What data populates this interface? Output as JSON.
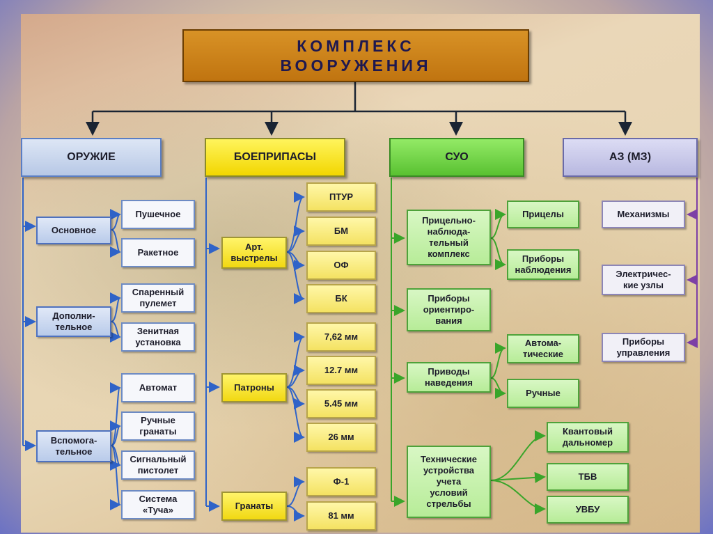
{
  "title": {
    "line1": "КОМПЛЕКС",
    "line2": "ВООРУЖЕНИЯ"
  },
  "categories": {
    "weapons": "ОРУЖИЕ",
    "ammo": "БОЕПРИПАСЫ",
    "fcs": "СУО",
    "az": "АЗ (МЗ)"
  },
  "weapons": {
    "main": "Основное",
    "main_items": [
      "Пушечное",
      "Ракетное"
    ],
    "additional": "Дополни-\nтельное",
    "additional_items": [
      "Спаренный\nпулемет",
      "Зенитная\nустановка"
    ],
    "auxiliary": "Вспомога-\nтельное",
    "auxiliary_items": [
      "Автомат",
      "Ручные\nгранаты",
      "Сигнальный\nпистолет",
      "Система\n«Туча»"
    ]
  },
  "ammo": {
    "art": "Арт.\nвыстрелы",
    "art_items": [
      "ПТУР",
      "БМ",
      "ОФ",
      "БК"
    ],
    "cartridges": "Патроны",
    "cartridge_items": [
      "7,62 мм",
      "12.7 мм",
      "5.45 мм",
      "26 мм"
    ],
    "grenades": "Гранаты",
    "grenade_items": [
      "Ф-1",
      "81 мм"
    ]
  },
  "fcs": {
    "sighting": "Прицельно-\nнаблюда-\nтельный\nкомплекс",
    "sighting_items": [
      "Прицелы",
      "Приборы\nнаблюдения"
    ],
    "orientation": "Приборы\nориентиро-\nвания",
    "drives": "Приводы\nнаведения",
    "drive_items": [
      "Автома-\nтические",
      "Ручные"
    ],
    "technical": "Технические\nустройства\nучета\nусловий\nстрельбы",
    "technical_items": [
      "Квантовый\nдальномер",
      "ТБВ",
      "УВБУ"
    ]
  },
  "az": {
    "items": [
      "Механизмы",
      "Электричес-\nкие узлы",
      "Приборы\nуправления"
    ]
  },
  "colors": {
    "blue_lines": "#2f63c8",
    "green_lines": "#39a52a",
    "purple_lines": "#7d3fa6",
    "black_lines": "#1a2433"
  }
}
